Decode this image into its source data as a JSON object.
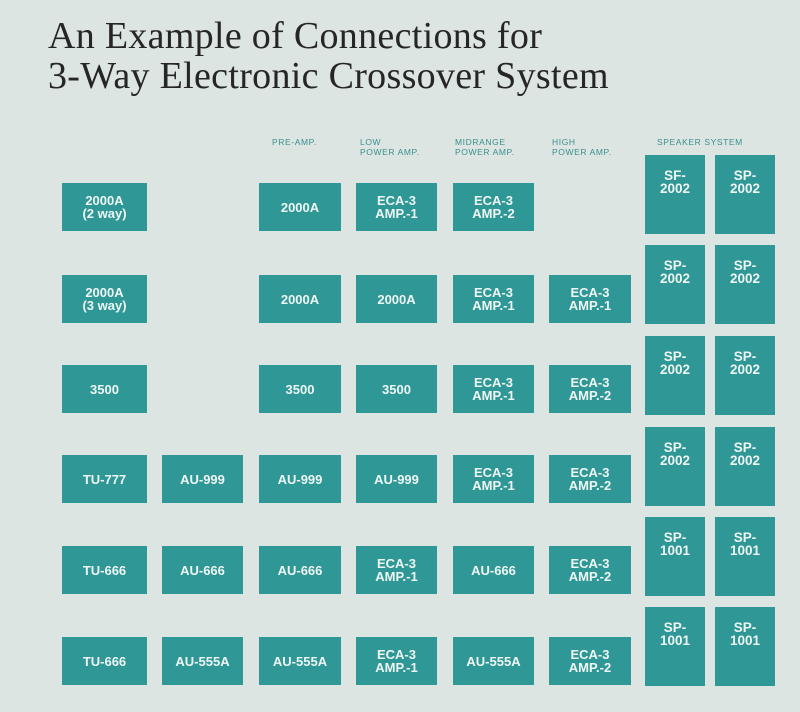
{
  "title": [
    "An Example of Connections for",
    "3-Way Electronic Crossover System"
  ],
  "column_headers": {
    "pre_amp": "PRE-AMP.",
    "low_power_amp": "LOW\nPOWER AMP.",
    "midrange_power_amp": "MIDRANGE\nPOWER AMP.",
    "high_power_amp": "HIGH\nPOWER AMP.",
    "speaker_system": "SPEAKER SYSTEM"
  },
  "rows": [
    {
      "cells": [
        "2000A\n(2 way)",
        null,
        "2000A",
        "ECA-3\nAMP.-1",
        "ECA-3\nAMP.-2",
        null
      ],
      "speakers": [
        "SF-\n2002",
        "SP-\n2002"
      ]
    },
    {
      "cells": [
        "2000A\n(3 way)",
        null,
        "2000A",
        "2000A",
        "ECA-3\nAMP.-1",
        "ECA-3\nAMP.-1"
      ],
      "speakers": [
        "SP-\n2002",
        "SP-\n2002"
      ]
    },
    {
      "cells": [
        "3500",
        null,
        "3500",
        "3500",
        "ECA-3\nAMP.-1",
        "ECA-3\nAMP.-2"
      ],
      "speakers": [
        "SP-\n2002",
        "SP-\n2002"
      ]
    },
    {
      "cells": [
        "TU-777",
        "AU-999",
        "AU-999",
        "AU-999",
        "ECA-3\nAMP.-1",
        "ECA-3\nAMP.-2"
      ],
      "speakers": [
        "SP-\n2002",
        "SP-\n2002"
      ]
    },
    {
      "cells": [
        "TU-666",
        "AU-666",
        "AU-666",
        "ECA-3\nAMP.-1",
        "AU-666",
        "ECA-3\nAMP.-2"
      ],
      "speakers": [
        "SP-\n1001",
        "SP-\n1001"
      ]
    },
    {
      "cells": [
        "TU-666",
        "AU-555A",
        "AU-555A",
        "ECA-3\nAMP.-1",
        "AU-555A",
        "ECA-3\nAMP.-2"
      ],
      "speakers": [
        "SP-\n1001",
        "SP-\n1001"
      ]
    }
  ],
  "colors": {
    "box": "#2f9896",
    "background": "#dce5e1",
    "text": "#262626"
  }
}
